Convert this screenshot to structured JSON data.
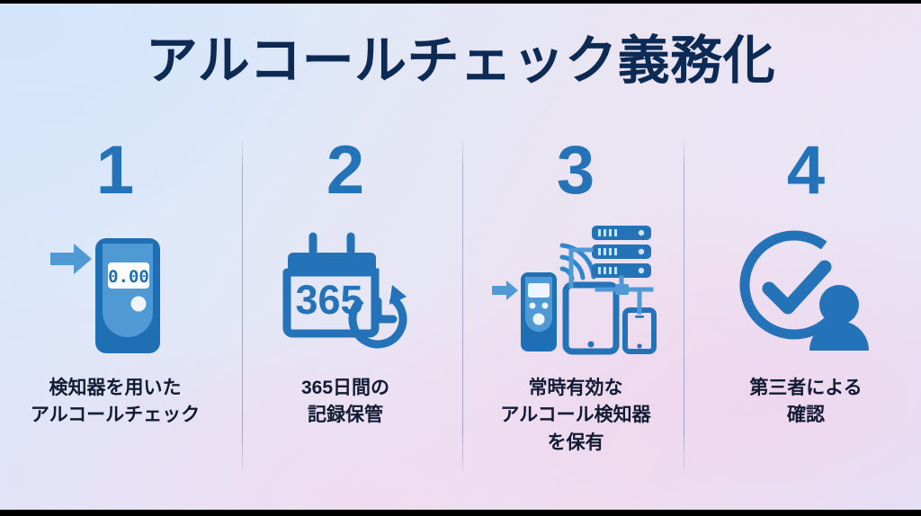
{
  "slide": {
    "title": "アルコールチェック義務化",
    "title_color": "#0d2a55",
    "accent_color": "#2472b8",
    "caption_color": "#111b33",
    "background_colors": [
      "#d7e6fb",
      "#e9e5f3",
      "#efe0ef",
      "#dfe4f8"
    ]
  },
  "steps": [
    {
      "number": "1",
      "caption": "検知器を用いた\nアルコールチェック",
      "icon": "breathalyzer-device-icon",
      "display_value": "0.00"
    },
    {
      "number": "2",
      "caption": "365日間の\n記録保管",
      "icon": "calendar-365-history-icon",
      "display_value": "365"
    },
    {
      "number": "3",
      "caption": "常時有効な\nアルコール検知器\nを保有",
      "icon": "connected-devices-server-icon",
      "display_value": ""
    },
    {
      "number": "4",
      "caption": "第三者による\n確認",
      "icon": "check-circle-person-icon",
      "display_value": ""
    }
  ]
}
